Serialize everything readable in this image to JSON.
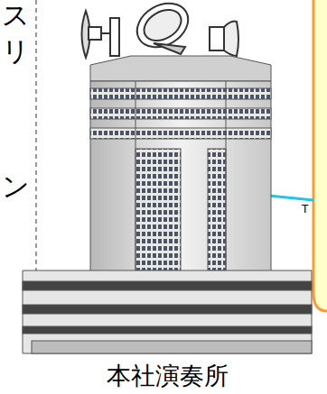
{
  "diagram": {
    "labels": [
      "ス",
      "リ",
      "ン",
      "T",
      "本社演奏所"
    ]
  }
}
